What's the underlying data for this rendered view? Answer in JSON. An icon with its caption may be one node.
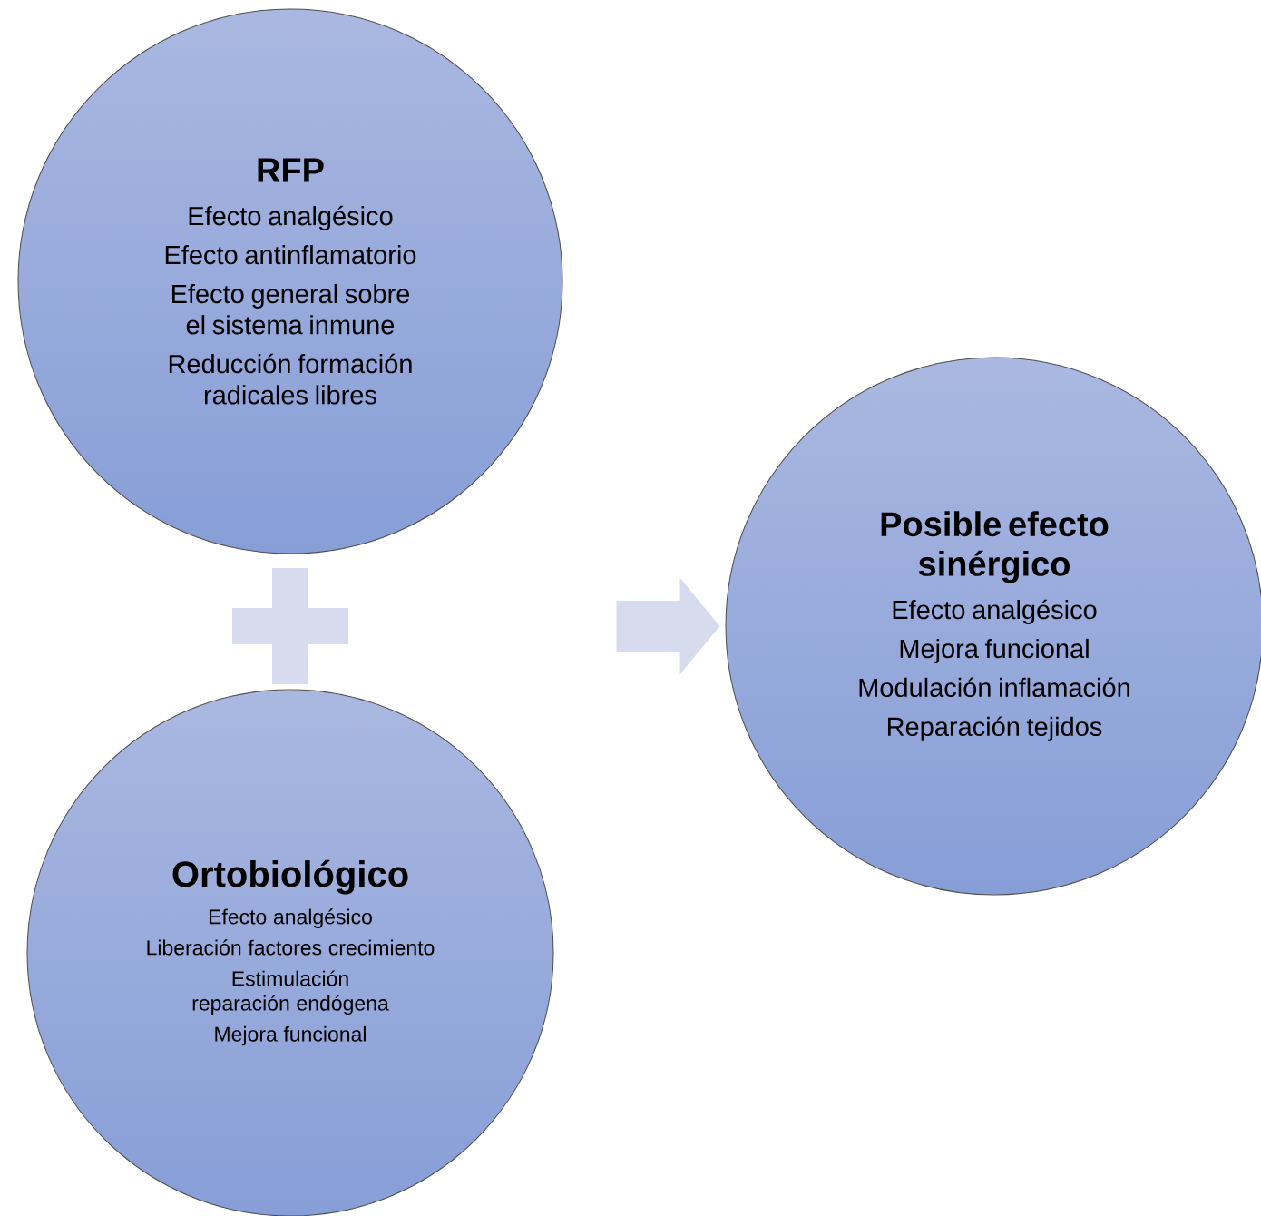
{
  "diagram": {
    "nodes": [
      {
        "text": [
          "RFP",
          "Efecto analgésico",
          "Efecto antinflamatorio",
          "Efecto general sobre el sistema inmune",
          "Reducción formación radicales libres"
        ]
      },
      {
        "text": [],
        "shape": "cross"
      },
      {
        "text": [
          "Ortobiológico",
          "Efecto analgésico",
          "Liberación factores crecimiento",
          "Estimulación reparación endógena",
          "Mejora funcional"
        ]
      },
      {
        "text": [
          "Posible efecto sinérgico",
          "Efecto analgésico",
          "Mejora funcional",
          "Modulación inflamación",
          "Reparación tejidos"
        ]
      }
    ],
    "edges": [
      {
        "from": null,
        "to": 3,
        "arrow": "to"
      }
    ]
  }
}
